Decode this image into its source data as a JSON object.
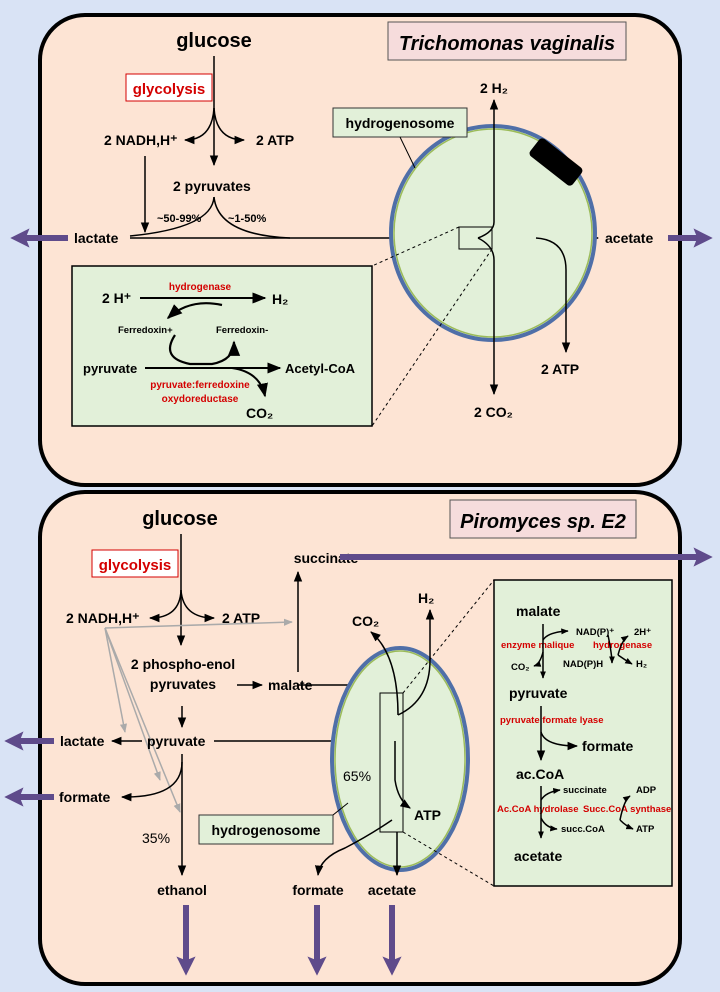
{
  "colors": {
    "background": "#d9e3f5",
    "cell_fill": "#fde4d4",
    "organelle_fill": "#e2f0d9",
    "organelle_stroke": "#4f6fa8",
    "export_arrow": "#5f4b8b",
    "enzyme_text": "#d40000"
  },
  "top": {
    "organism": "Trichomonas vaginalis",
    "glucose": "glucose",
    "glycolysis": "glycolysis",
    "nadh": "2 NADH,H⁺",
    "atp": "2 ATP",
    "pyruvates": "2 pyruvates",
    "pct_left": "~50-99%",
    "pct_right": "~1-50%",
    "lactate": "lactate",
    "acetate": "acetate",
    "h2": "2 H₂",
    "organelle": "hydrogenosome",
    "atp_out": "2 ATP",
    "co2": "2 CO₂",
    "inset": {
      "h_plus": "2 H⁺",
      "hydrogenase": "hydrogenase",
      "h2": "H₂",
      "ferredoxin_ox": "Ferredoxin+",
      "ferredoxin_red": "Ferredoxin-",
      "pyruvate": "pyruvate",
      "acetyl_coa": "Acetyl-CoA",
      "pfor_line1": "pyruvate:ferredoxine",
      "pfor_line2": "oxydoreductase",
      "co2": "CO₂"
    }
  },
  "bottom": {
    "organism": "Piromyces sp. E2",
    "glucose": "glucose",
    "glycolysis": "glycolysis",
    "nadh": "2 NADH,H⁺",
    "atp": "2 ATP",
    "succinate": "succinate",
    "pep_line1": "2 phospho-enol",
    "pep_line2": "pyruvates",
    "malate": "malate",
    "co2": "CO₂",
    "h2": "H₂",
    "lactate": "lactate",
    "pyruvate": "pyruvate",
    "formate_left": "formate",
    "pct_65": "65%",
    "pct_35": "35%",
    "atp_org": "ATP",
    "organelle": "hydrogenosome",
    "ethanol": "ethanol",
    "formate_out": "formate",
    "acetate_out": "acetate",
    "inset": {
      "malate": "malate",
      "nadp": "NAD(P)⁺",
      "two_h": "2H⁺",
      "enzyme_malique": "enzyme malique",
      "hydrogenase": "hydrogenase",
      "co2": "CO₂",
      "nadph": "NAD(P)H",
      "h2": "H₂",
      "pyruvate": "pyruvate",
      "pfl": "pyruvate formate lyase",
      "formate": "formate",
      "acoa": "ac.CoA",
      "succinate": "succinate",
      "adp": "ADP",
      "acoa_hydrolase": "Ac.CoA hydrolase",
      "succoa_synthase": "Succ.CoA synthase",
      "succ_coa": "succ.CoA",
      "atp": "ATP",
      "acetate": "acetate"
    }
  }
}
